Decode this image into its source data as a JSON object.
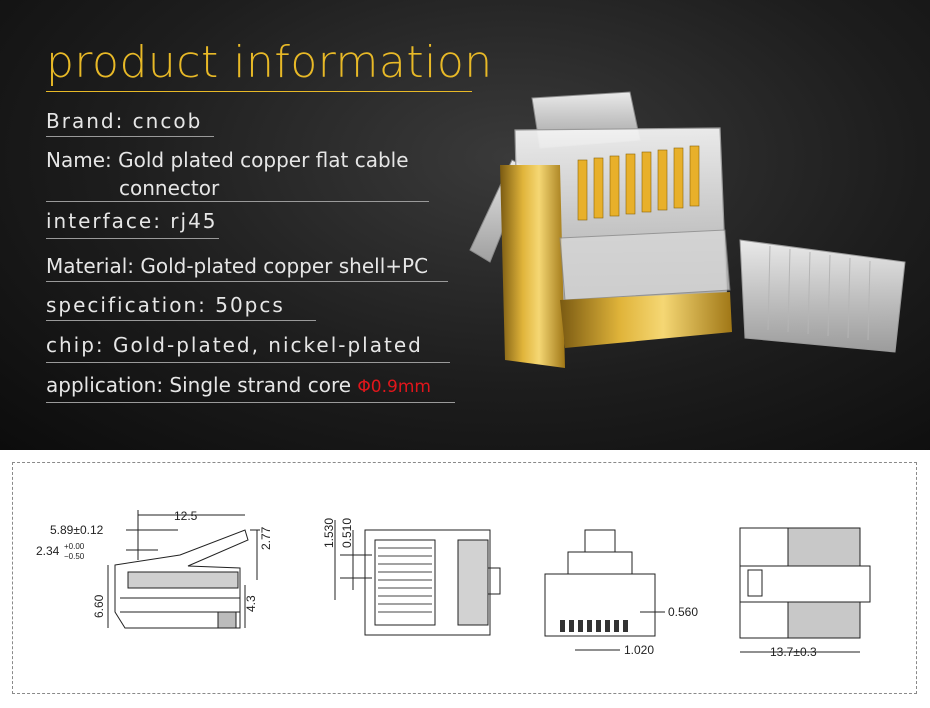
{
  "title": "product information",
  "specs": {
    "brand": "Brand: cncob",
    "name_line1": "Name: Gold plated copper flat cable",
    "name_line2": "connector",
    "interface": "interface: rj45",
    "material": "Material: Gold-plated copper shell+PC",
    "specification": "specification: 50pcs",
    "chip": "chip: Gold-plated, nickel-plated",
    "application": "application: Single strand core ",
    "application_phi": "Φ0.9mm"
  },
  "colors": {
    "title": "#e8b927",
    "phi": "#e0161b",
    "background_top": "#1d1d1d"
  },
  "drawing": {
    "side_view": {
      "dim_length": "12.5",
      "dim_a": "5.89±0.12",
      "dim_b_base": "2.34",
      "dim_b_plus": "+0.00",
      "dim_b_minus": "−0.50",
      "dim_height_right": "2.77",
      "dim_height_left": "6.60",
      "dim_height_inner": "4.3"
    },
    "top_view": {
      "dim_pitch_a": "1.530",
      "dim_pitch_b": "0.510"
    },
    "front_view": {
      "dim_contact": "0.560",
      "dim_pitch": "1.020"
    },
    "rear_view": {
      "dim_width": "13.7±0.3"
    }
  }
}
